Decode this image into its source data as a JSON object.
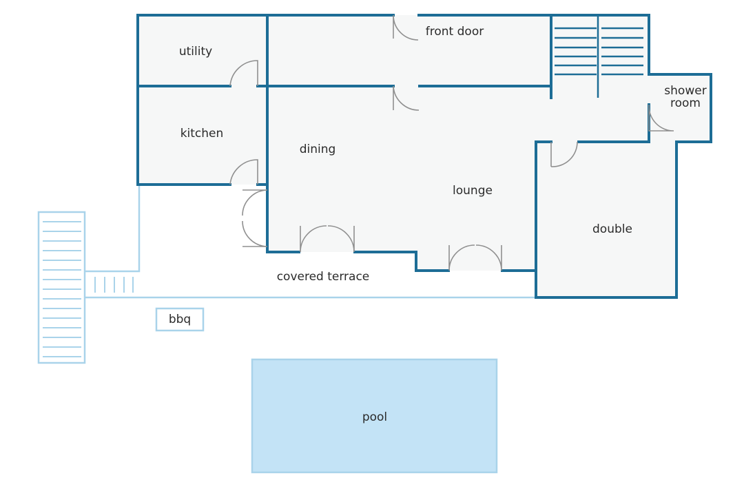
{
  "rooms": {
    "utility": "utility",
    "front_door": "front door",
    "shower_room_line1": "shower",
    "shower_room_line2": "room",
    "kitchen": "kitchen",
    "dining": "dining",
    "lounge": "lounge",
    "double": "double",
    "covered_terrace": "covered terrace",
    "bbq": "bbq",
    "pool": "pool"
  },
  "colors": {
    "wall": "#1d6d96",
    "exterior": "#a9d3ea",
    "floor": "#f6f7f7",
    "pool": "#c3e3f6",
    "door": "#8f8f8f"
  }
}
